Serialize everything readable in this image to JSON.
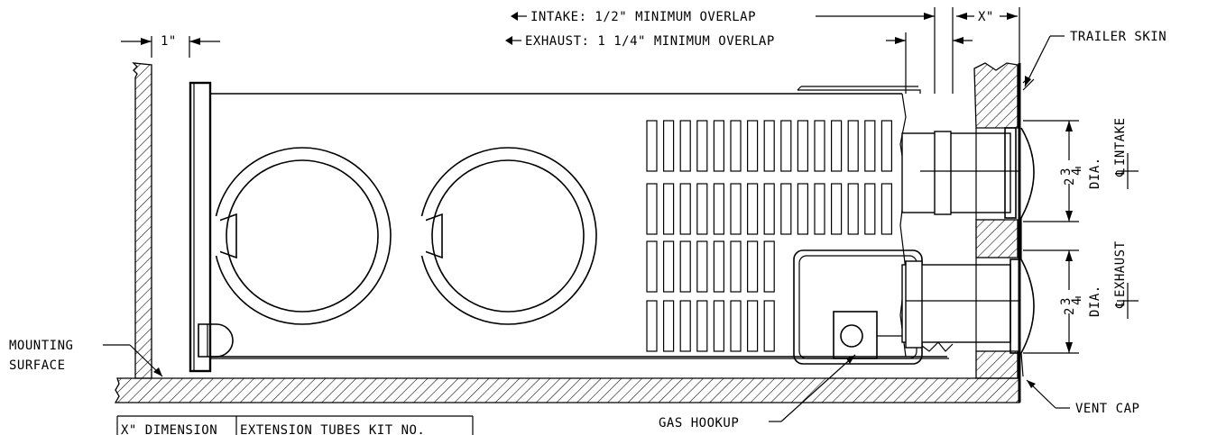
{
  "labels": {
    "intake_overlap": "INTAKE: 1/2\" MINIMUM OVERLAP",
    "exhaust_overlap": "EXHAUST: 1 1/4\" MINIMUM OVERLAP",
    "x_dim": "X\"",
    "one_inch": "1\"",
    "trailer_skin": "TRAILER SKIN",
    "intake_centerline": "INTAKE",
    "exhaust_centerline": "EXHAUST",
    "intake_dia": "DIA.",
    "exhaust_dia": "DIA.",
    "dia_whole": "2",
    "dia_num": "3",
    "dia_den": "4",
    "mounting_line1": "MOUNTING",
    "mounting_line2": "SURFACE",
    "gas_hookup": "GAS HOOKUP",
    "vent_cap": "VENT CAP",
    "centerline_symbol": "℄"
  },
  "table": {
    "col1": "X\" DIMENSION",
    "col2": "EXTENSION TUBES KIT NO."
  }
}
